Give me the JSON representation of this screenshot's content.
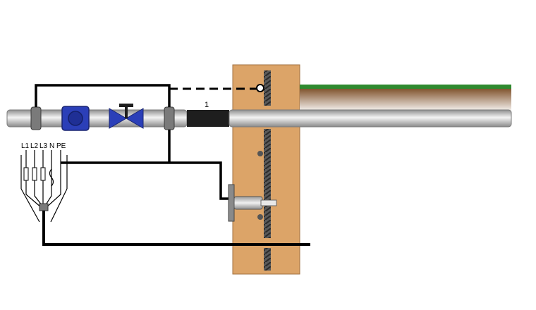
{
  "labels": {
    "terminals": [
      "L1",
      "L2",
      "L3",
      "N",
      "PE"
    ],
    "pipe_section_number": "1"
  },
  "colors": {
    "background": "#ffffff",
    "wall": "#dca468",
    "soil_top": "#8b5a30",
    "grass": "#2f8a2f",
    "pipe_light": "#f2f2f2",
    "pipe_dark": "#9a9a9a",
    "insulated_section": "#1e1e1e",
    "valve_blue": "#2b3fb8",
    "wire": "#000000"
  }
}
